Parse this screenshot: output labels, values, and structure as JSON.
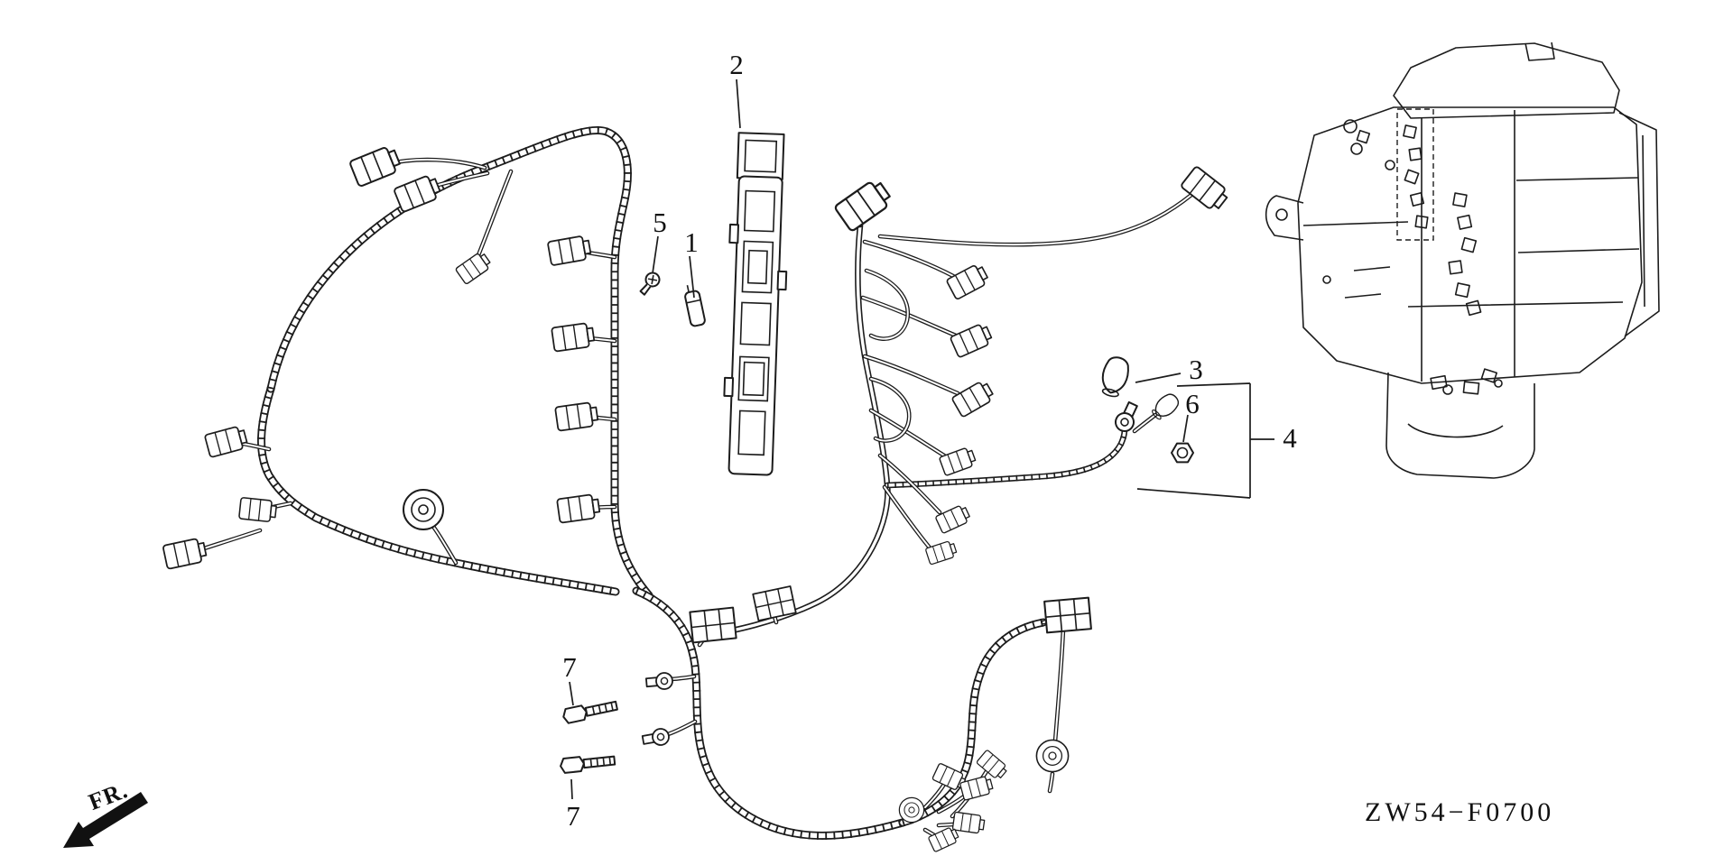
{
  "diagram": {
    "figure_code": "ZW54−F0700",
    "direction_label": "FR.",
    "callouts": [
      {
        "label": "2"
      },
      {
        "label": "5"
      },
      {
        "label": "1"
      },
      {
        "label": "3"
      },
      {
        "label": "6"
      },
      {
        "label": "4"
      },
      {
        "label": "7"
      },
      {
        "label": "7"
      }
    ]
  }
}
